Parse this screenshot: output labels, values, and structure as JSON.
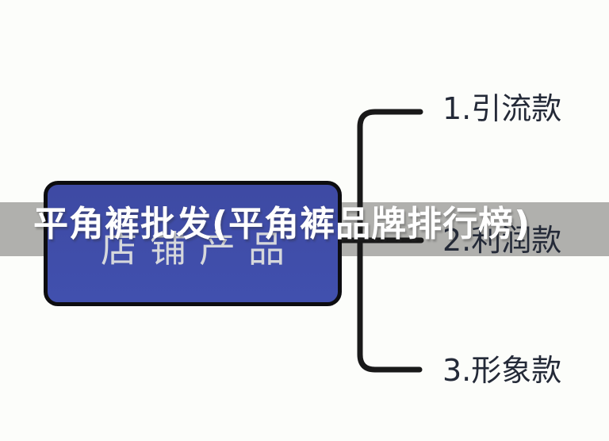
{
  "watermark": {
    "title": "平角裤批发(平角裤品牌排行榜)"
  },
  "diagram": {
    "root": {
      "label": "店铺产品"
    },
    "branches": [
      {
        "label": "1.引流款"
      },
      {
        "label": "2.利润款"
      },
      {
        "label": "3.形象款"
      }
    ]
  },
  "colors": {
    "background": "#fcfdfa",
    "watermark_band": "#b0b0ad",
    "watermark_title_text": "#ffffff",
    "node_fill": "#3f4ca8",
    "node_border": "#0d0d10",
    "node_text": "#d6d8dc",
    "connector_line": "#191919",
    "branch_label_text": "#242a38"
  }
}
